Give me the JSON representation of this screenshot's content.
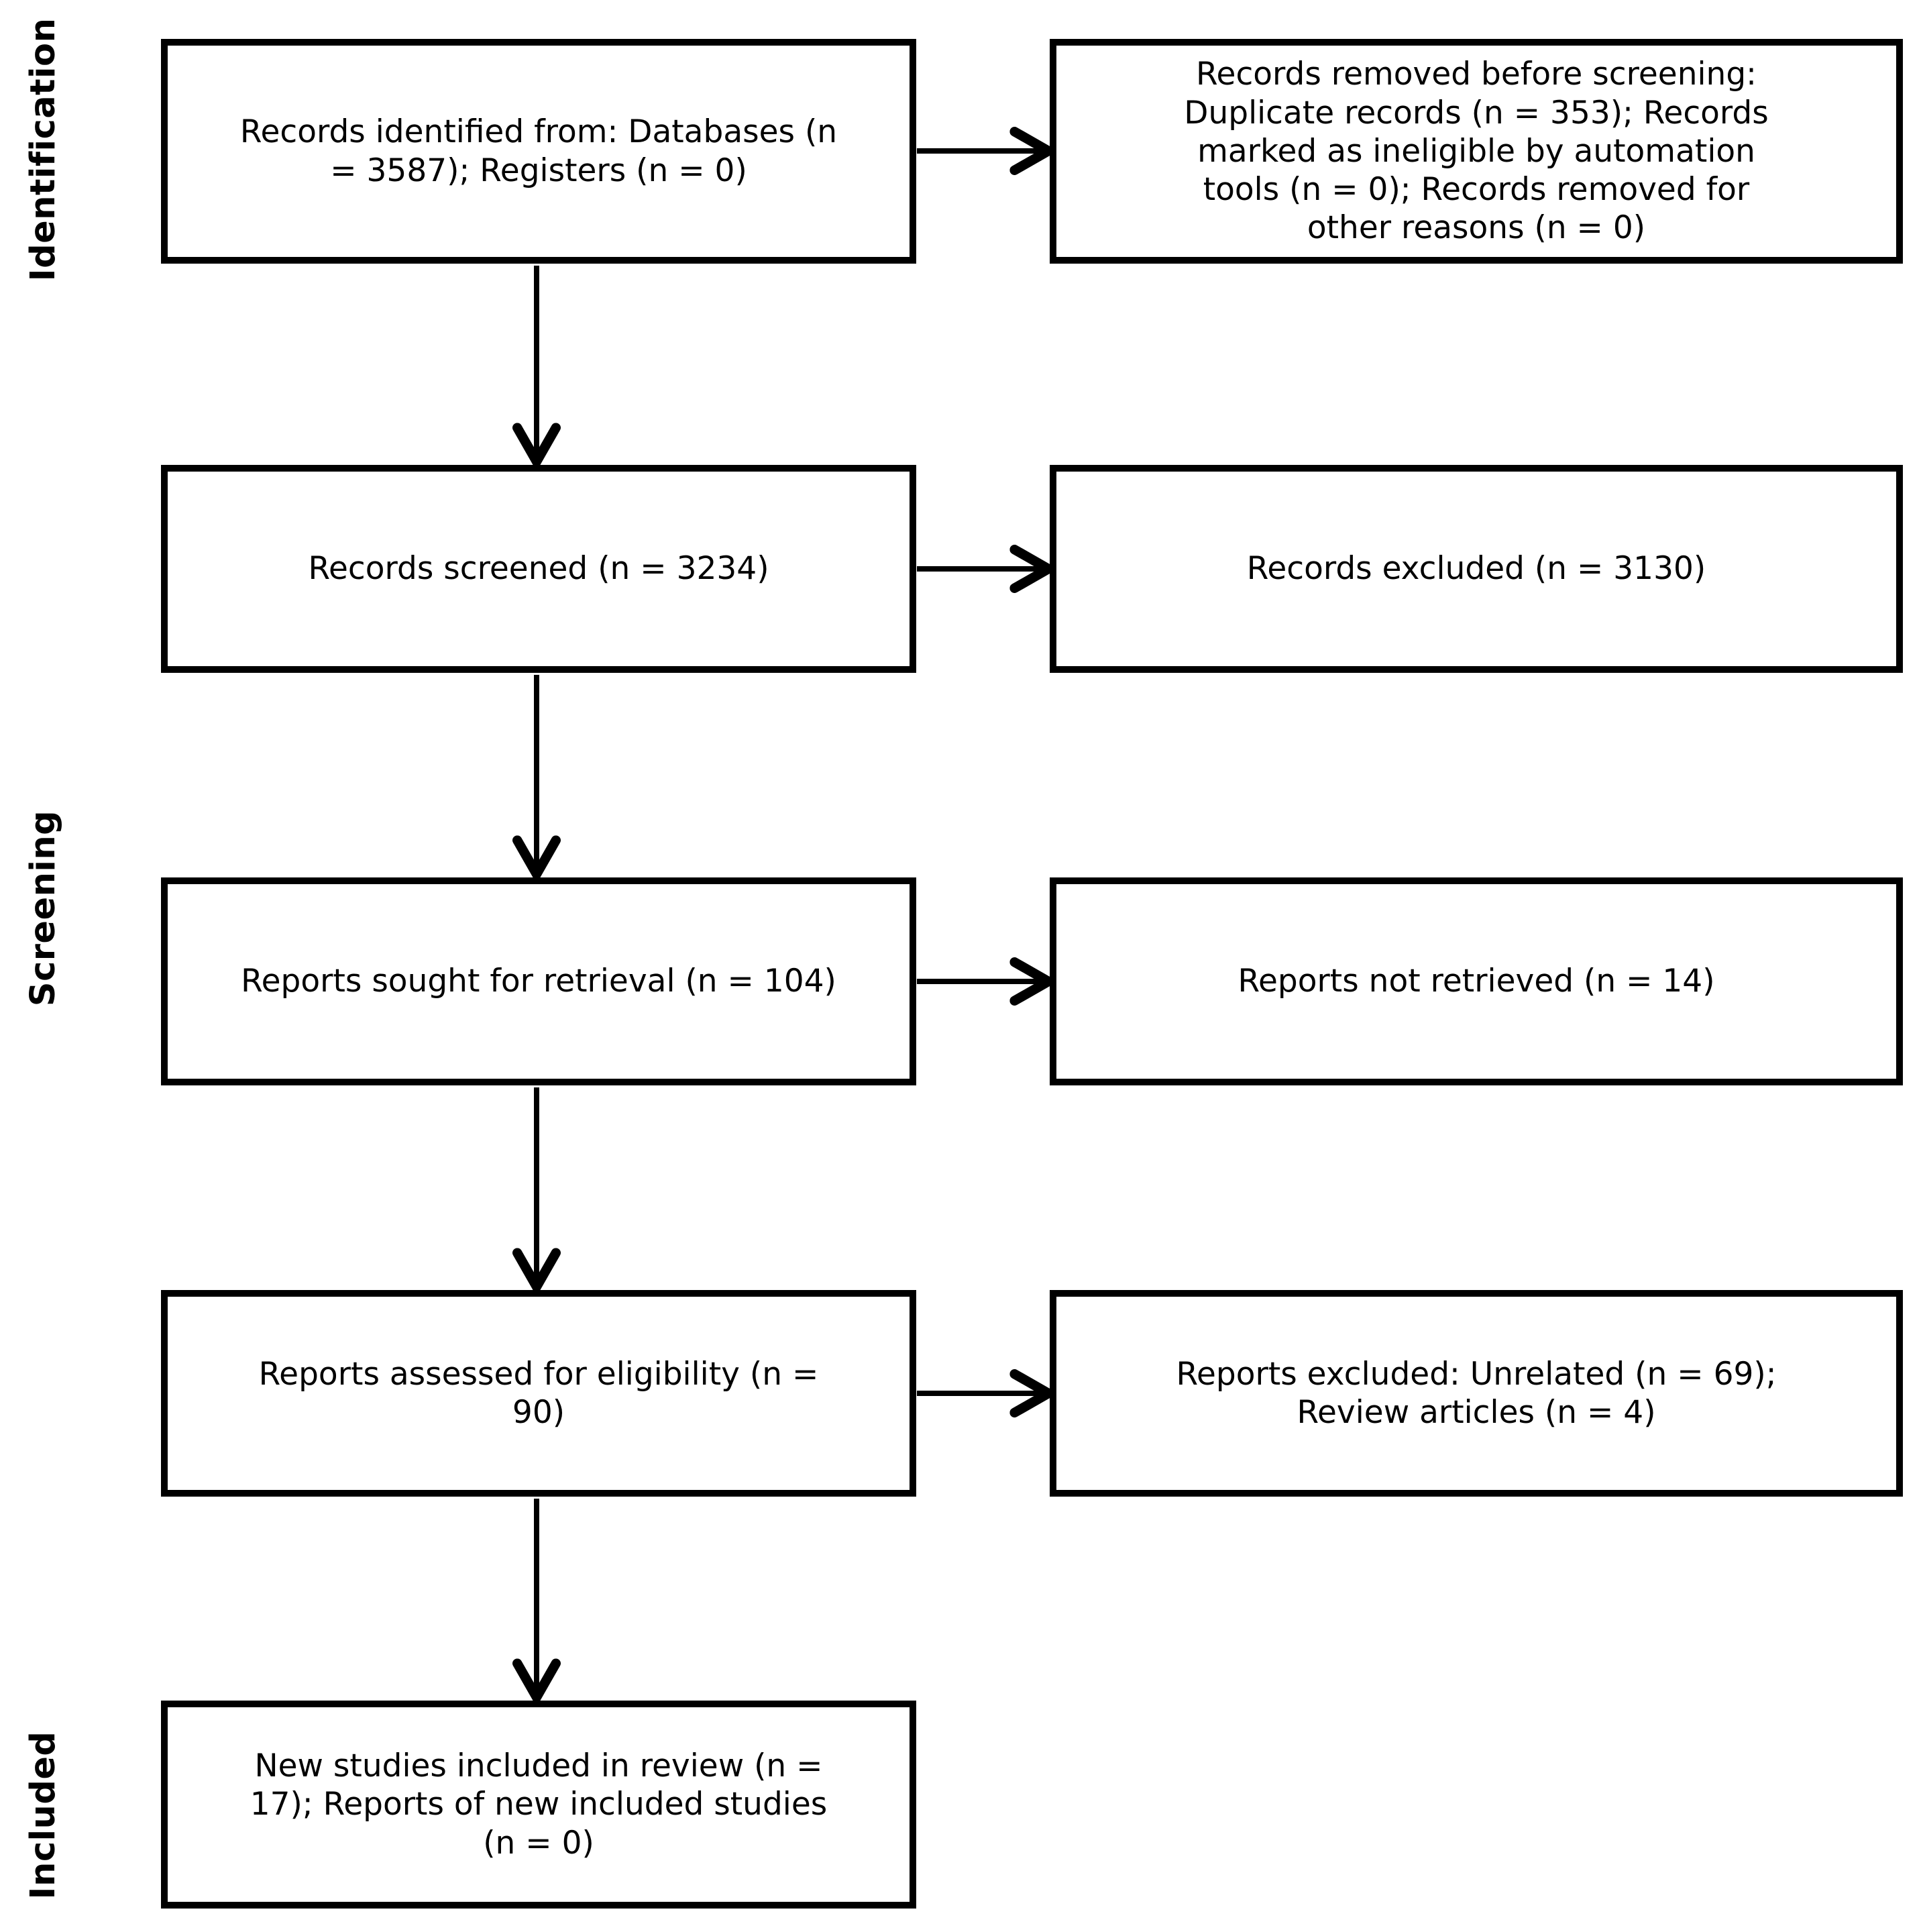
{
  "diagram": {
    "type": "prisma-flow",
    "stages": [
      {
        "id": "identification",
        "label": "Identification"
      },
      {
        "id": "screening",
        "label": "Screening"
      },
      {
        "id": "included",
        "label": "Included"
      }
    ],
    "boxes": {
      "records_identified": "Records identified from: Databases (n\n= 3587); Registers (n = 0)",
      "records_removed": "Records removed before screening:\nDuplicate records (n = 353); Records\nmarked as ineligible by automation\ntools (n = 0); Records removed for\nother reasons (n = 0)",
      "records_screened": "Records screened (n = 3234)",
      "records_excluded": "Records excluded (n = 3130)",
      "reports_sought": "Reports sought for retrieval (n = 104)",
      "reports_not_retrieved": "Reports not retrieved (n = 14)",
      "reports_assessed": "Reports assessed for eligibility (n =\n90)",
      "reports_excluded": "Reports excluded: Unrelated (n = 69);\nReview articles (n = 4)",
      "studies_included": "New studies included in review (n =\n17); Reports of new included studies\n(n = 0)"
    },
    "colors": {
      "line": "#000000",
      "background": "#ffffff",
      "text": "#000000"
    }
  }
}
